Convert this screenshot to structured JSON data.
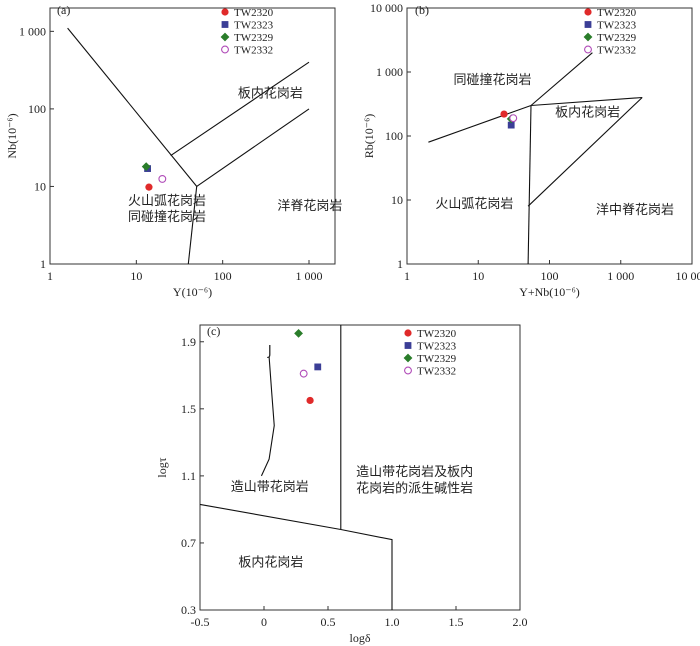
{
  "chart_data": [
    {
      "panel": "(a)",
      "type": "scatter",
      "xlabel": "Y(10⁻⁶)",
      "ylabel": "Nb(10⁻⁶)",
      "x_scale": "log",
      "y_scale": "log",
      "xlim": [
        1,
        2000
      ],
      "ylim": [
        1,
        2000
      ],
      "x_ticks": [
        {
          "v": 1,
          "t": "1"
        },
        {
          "v": 10,
          "t": "10"
        },
        {
          "v": 100,
          "t": "100"
        },
        {
          "v": 1000,
          "t": "1 000"
        }
      ],
      "y_ticks": [
        {
          "v": 1,
          "t": "1"
        },
        {
          "v": 10,
          "t": "10"
        },
        {
          "v": 100,
          "t": "100"
        },
        {
          "v": 1000,
          "t": "1 000"
        }
      ],
      "field_labels": [
        {
          "text": "板内花岗岩",
          "x": 150,
          "y": 140
        },
        {
          "text": "火山弧花岗岩",
          "x": 8,
          "y": 5.8
        },
        {
          "text": "同碰撞花岗岩",
          "x": 8,
          "y": 3.6
        },
        {
          "text": "洋脊花岗岩",
          "x": 430,
          "y": 5.0
        }
      ],
      "boundaries": [
        [
          [
            1.6,
            1100
          ],
          [
            50,
            10
          ]
        ],
        [
          [
            25,
            25
          ],
          [
            1000,
            400
          ]
        ],
        [
          [
            50,
            10
          ],
          [
            1000,
            100
          ]
        ],
        [
          [
            50,
            10
          ],
          [
            40,
            1
          ]
        ]
      ],
      "series": [
        {
          "name": "TW2320",
          "marker": "circle",
          "color": "#e02a2a",
          "points": [
            {
              "x": 14,
              "y": 9.8
            }
          ]
        },
        {
          "name": "TW2323",
          "marker": "square",
          "color": "#3b3e96",
          "points": [
            {
              "x": 13.5,
              "y": 17
            }
          ]
        },
        {
          "name": "TW2329",
          "marker": "diamond",
          "color": "#2a7d2a",
          "points": [
            {
              "x": 13,
              "y": 18
            }
          ]
        },
        {
          "name": "TW2332",
          "marker": "open-circle",
          "color": "#b04bb8",
          "points": [
            {
              "x": 20,
              "y": 12.5
            }
          ]
        }
      ]
    },
    {
      "panel": "(b)",
      "type": "scatter",
      "xlabel": "Y+Nb(10⁻⁶)",
      "ylabel": "Rb(10⁻⁶)",
      "x_scale": "log",
      "y_scale": "log",
      "xlim": [
        1,
        10000
      ],
      "ylim": [
        1,
        10000
      ],
      "x_ticks": [
        {
          "v": 1,
          "t": "1"
        },
        {
          "v": 10,
          "t": "10"
        },
        {
          "v": 100,
          "t": "100"
        },
        {
          "v": 1000,
          "t": "1 000"
        },
        {
          "v": 10000,
          "t": "10 000"
        }
      ],
      "y_ticks": [
        {
          "v": 1,
          "t": "1"
        },
        {
          "v": 10,
          "t": "10"
        },
        {
          "v": 100,
          "t": "100"
        },
        {
          "v": 1000,
          "t": "1 000"
        },
        {
          "v": 10000,
          "t": "10 000"
        }
      ],
      "field_labels": [
        {
          "text": "同碰撞花岗岩",
          "x": 4.5,
          "y": 650
        },
        {
          "text": "板内花岗岩",
          "x": 120,
          "y": 200
        },
        {
          "text": "火山弧花岗岩",
          "x": 2.5,
          "y": 7.5
        },
        {
          "text": "洋中脊花岗岩",
          "x": 450,
          "y": 6
        }
      ],
      "boundaries": [
        [
          [
            2,
            80
          ],
          [
            55,
            300
          ]
        ],
        [
          [
            55,
            300
          ],
          [
            400,
            2000
          ]
        ],
        [
          [
            55,
            300
          ],
          [
            2000,
            400
          ]
        ],
        [
          [
            55,
            300
          ],
          [
            50,
            1
          ]
        ],
        [
          [
            50,
            8
          ],
          [
            2000,
            400
          ]
        ]
      ],
      "series": [
        {
          "name": "TW2320",
          "marker": "circle",
          "color": "#e02a2a",
          "points": [
            {
              "x": 23,
              "y": 220
            }
          ]
        },
        {
          "name": "TW2323",
          "marker": "square",
          "color": "#3b3e96",
          "points": [
            {
              "x": 29,
              "y": 148
            }
          ]
        },
        {
          "name": "TW2329",
          "marker": "diamond",
          "color": "#2a7d2a",
          "points": [
            {
              "x": 29,
              "y": 185
            }
          ]
        },
        {
          "name": "TW2332",
          "marker": "open-circle",
          "color": "#b04bb8",
          "points": [
            {
              "x": 31,
              "y": 190
            }
          ]
        }
      ]
    },
    {
      "panel": "(c)",
      "type": "scatter",
      "xlabel": "logδ",
      "ylabel": "logτ",
      "xlim": [
        -0.5,
        2.0
      ],
      "ylim": [
        0.3,
        2.0
      ],
      "x_ticks": [
        {
          "v": -0.5,
          "t": "-0.5"
        },
        {
          "v": 0,
          "t": "0"
        },
        {
          "v": 0.5,
          "t": "0.5"
        },
        {
          "v": 1.0,
          "t": "1.0"
        },
        {
          "v": 1.5,
          "t": "1.5"
        },
        {
          "v": 2.0,
          "t": "2.0"
        }
      ],
      "y_ticks": [
        {
          "v": 0.3,
          "t": "0.3"
        },
        {
          "v": 0.7,
          "t": "0.7"
        },
        {
          "v": 1.1,
          "t": "1.1"
        },
        {
          "v": 1.5,
          "t": "1.5"
        },
        {
          "v": 1.9,
          "t": "1.9"
        }
      ],
      "field_labels": [
        {
          "text": "造山带花岗岩",
          "x": -0.26,
          "y": 1.01
        },
        {
          "text": "造山带花岗岩及板内",
          "x": 0.72,
          "y": 1.1
        },
        {
          "text": "花岗岩的派生碱性岩",
          "x": 0.72,
          "y": 1.0
        },
        {
          "text": "板内花岗岩",
          "x": -0.2,
          "y": 0.56
        },
        {
          "text": "J",
          "x": 0.03,
          "y": 1.82
        }
      ],
      "boundaries": [
        [
          [
            -0.5,
            0.93
          ],
          [
            0.6,
            0.78
          ],
          [
            1.0,
            0.72
          ],
          [
            1.0,
            0.3
          ]
        ],
        [
          [
            0.6,
            0.78
          ],
          [
            0.6,
            2.0
          ]
        ]
      ],
      "curve_J": [
        [
          0.04,
          1.81
        ],
        [
          0.06,
          1.6
        ],
        [
          0.08,
          1.4
        ],
        [
          0.04,
          1.2
        ],
        [
          -0.02,
          1.1
        ]
      ],
      "series": [
        {
          "name": "TW2320",
          "marker": "circle",
          "color": "#e02a2a",
          "points": [
            {
              "x": 0.36,
              "y": 1.55
            }
          ]
        },
        {
          "name": "TW2323",
          "marker": "square",
          "color": "#3b3e96",
          "points": [
            {
              "x": 0.42,
              "y": 1.75
            }
          ]
        },
        {
          "name": "TW2329",
          "marker": "diamond",
          "color": "#2a7d2a",
          "points": [
            {
              "x": 0.27,
              "y": 1.95
            }
          ]
        },
        {
          "name": "TW2332",
          "marker": "open-circle",
          "color": "#b04bb8",
          "points": [
            {
              "x": 0.31,
              "y": 1.71
            }
          ]
        }
      ]
    }
  ]
}
